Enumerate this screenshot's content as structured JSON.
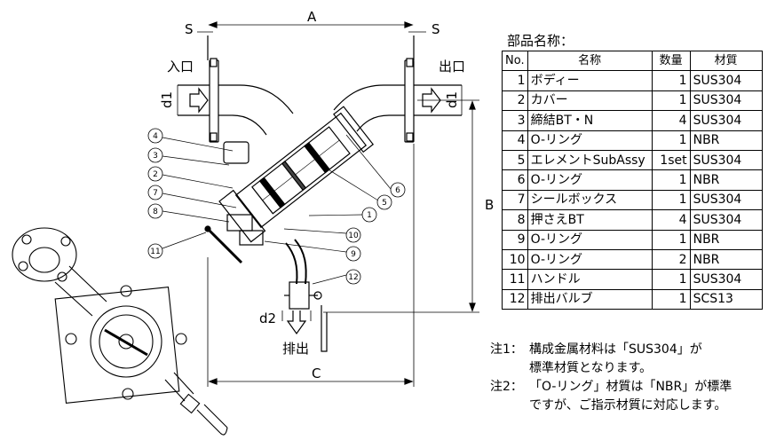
{
  "labels": {
    "s_left": "S",
    "a": "A",
    "s_right": "S",
    "inlet": "入口",
    "outlet": "出口",
    "d1_left": "d1",
    "d1_right": "d1",
    "b": "B",
    "c": "C",
    "d2": "d2",
    "drain": "排出"
  },
  "callouts": [
    "4",
    "3",
    "2",
    "7",
    "8",
    "11",
    "1",
    "5",
    "6",
    "10",
    "9",
    "12"
  ],
  "parts_table": {
    "title": "部品名称：",
    "headers": [
      "No.",
      "名称",
      "数量",
      "材質"
    ],
    "rows": [
      {
        "no": "1",
        "name": "ボディー",
        "qty": "1",
        "mat": "SUS304"
      },
      {
        "no": "2",
        "name": "カバー",
        "qty": "1",
        "mat": "SUS304"
      },
      {
        "no": "3",
        "name": "締結BT・N",
        "qty": "4",
        "mat": "SUS304"
      },
      {
        "no": "4",
        "name": "O-リング",
        "qty": "1",
        "mat": "NBR"
      },
      {
        "no": "5",
        "name": "エレメントSubAssy",
        "qty": "1set",
        "mat": "SUS304"
      },
      {
        "no": "6",
        "name": "O-リング",
        "qty": "1",
        "mat": "NBR"
      },
      {
        "no": "7",
        "name": "シールボックス",
        "qty": "1",
        "mat": "SUS304"
      },
      {
        "no": "8",
        "name": "押さえBT",
        "qty": "4",
        "mat": "SUS304"
      },
      {
        "no": "9",
        "name": "O-リング",
        "qty": "1",
        "mat": "NBR"
      },
      {
        "no": "10",
        "name": "O-リング",
        "qty": "2",
        "mat": "NBR"
      },
      {
        "no": "11",
        "name": "ハンドル",
        "qty": "1",
        "mat": "SUS304"
      },
      {
        "no": "12",
        "name": "排出バルブ",
        "qty": "1",
        "mat": "SCS13"
      }
    ]
  },
  "notes": [
    {
      "label": "注1：",
      "lines": [
        "構成金属材料は「SUS304」が",
        "標準材質となります。"
      ]
    },
    {
      "label": "注2：",
      "lines": [
        "「O-リング」材質は「NBR」が標準",
        "ですが、ご指示材質に対応します。"
      ]
    }
  ]
}
